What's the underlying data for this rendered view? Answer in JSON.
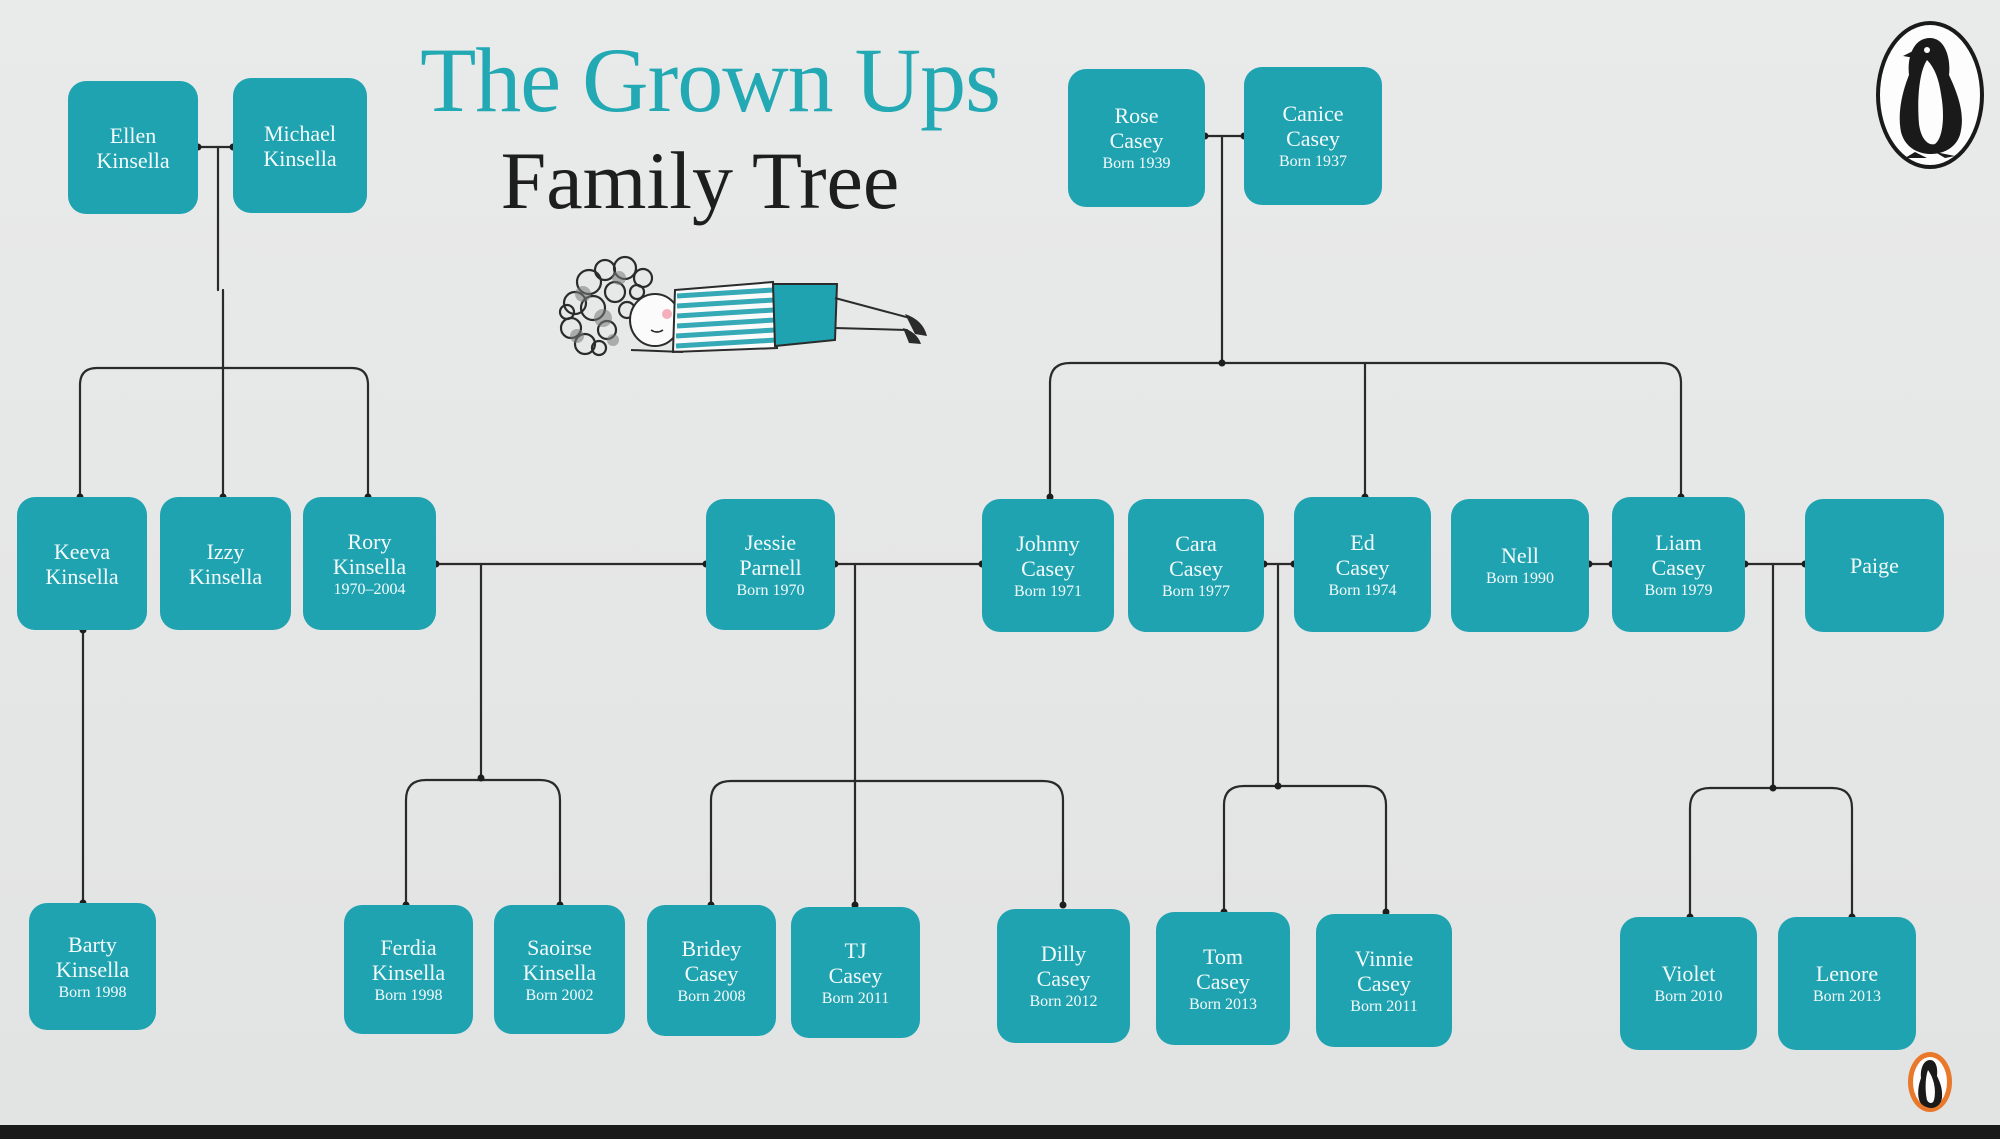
{
  "title": {
    "line1": "The Grown Ups",
    "line2": "Family Tree"
  },
  "colors": {
    "box": "#1fa3b0",
    "title_accent": "#22a9b3",
    "line": "#2a2a2a",
    "background": "#e6e7e7"
  },
  "icons": {
    "publisher_logo": "penguin-logo-icon",
    "corner_logo": "penguin-small-icon",
    "illustration": "lying-girl-illustration"
  },
  "people": {
    "ellen": {
      "name": [
        "Ellen",
        "Kinsella"
      ],
      "born": ""
    },
    "michael": {
      "name": [
        "Michael",
        "Kinsella"
      ],
      "born": ""
    },
    "rose": {
      "name": [
        "Rose",
        "Casey"
      ],
      "born": "Born 1939"
    },
    "canice": {
      "name": [
        "Canice",
        "Casey"
      ],
      "born": "Born 1937"
    },
    "keeva": {
      "name": [
        "Keeva",
        "Kinsella"
      ],
      "born": ""
    },
    "izzy": {
      "name": [
        "Izzy",
        "Kinsella"
      ],
      "born": ""
    },
    "rory": {
      "name": [
        "Rory",
        "Kinsella"
      ],
      "born": "1970–2004"
    },
    "jessie": {
      "name": [
        "Jessie",
        "Parnell"
      ],
      "born": "Born 1970"
    },
    "johnny": {
      "name": [
        "Johnny",
        "Casey"
      ],
      "born": "Born 1971"
    },
    "cara": {
      "name": [
        "Cara",
        "Casey"
      ],
      "born": "Born 1977"
    },
    "ed": {
      "name": [
        "Ed",
        "Casey"
      ],
      "born": "Born 1974"
    },
    "nell": {
      "name": [
        "Nell",
        ""
      ],
      "born": "Born 1990"
    },
    "liam": {
      "name": [
        "Liam",
        "Casey"
      ],
      "born": "Born 1979"
    },
    "paige": {
      "name": [
        "Paige",
        ""
      ],
      "born": ""
    },
    "barty": {
      "name": [
        "Barty",
        "Kinsella"
      ],
      "born": "Born 1998"
    },
    "ferdia": {
      "name": [
        "Ferdia",
        "Kinsella"
      ],
      "born": "Born 1998"
    },
    "saoirse": {
      "name": [
        "Saoirse",
        "Kinsella"
      ],
      "born": "Born 2002"
    },
    "bridey": {
      "name": [
        "Bridey",
        "Casey"
      ],
      "born": "Born 2008"
    },
    "tj": {
      "name": [
        "TJ",
        "Casey"
      ],
      "born": "Born 2011"
    },
    "dilly": {
      "name": [
        "Dilly",
        "Casey"
      ],
      "born": "Born 2012"
    },
    "tom": {
      "name": [
        "Tom",
        "Casey"
      ],
      "born": "Born 2013"
    },
    "vinnie": {
      "name": [
        "Vinnie",
        "Casey"
      ],
      "born": "Born 2011"
    },
    "violet": {
      "name": [
        "Violet",
        ""
      ],
      "born": "Born 2010"
    },
    "lenore": {
      "name": [
        "Lenore",
        ""
      ],
      "born": "Born 2013"
    }
  }
}
